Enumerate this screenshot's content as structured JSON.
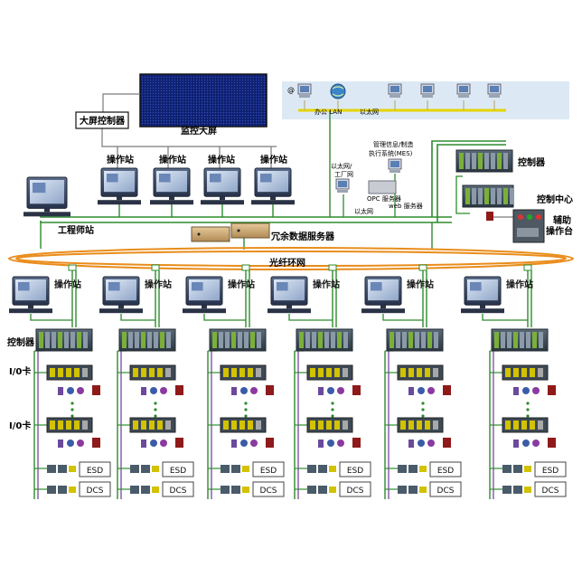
{
  "labels": {
    "big_screen_controller": "大屏控制器",
    "monitor_wall": "监控大屏",
    "operator_station": "操作站",
    "engineer_station": "工程师站",
    "redundant_server": "冗余数据服务器",
    "fiber_ring": "光纤环网",
    "controller": "控制器",
    "io_card": "I/0卡",
    "esd": "ESD",
    "dcs": "DCS",
    "office_lan": "办公 LAN",
    "ethernet": "以太网",
    "ethernet_factory": "以太网/\n工厂网",
    "mes_line1": "管理信息/制造",
    "mes_line2": "执行系统(MES)",
    "opc_server": "OPC 服务器",
    "web_server": "web 服务器",
    "control_center": "控制中心",
    "aux_console": "辅助\n操作台",
    "email_icon_text": "@"
  },
  "colors": {
    "green_line": "#2e8b2e",
    "gray_line": "#7a7a7a",
    "ring": "#e98c1a",
    "lan_yellow": "#e6d400",
    "screen_blue": "#1a2f8a",
    "rack_dark": "#3b4a56",
    "rack_green": "#7ab03a",
    "esd_border": "#444444"
  }
}
